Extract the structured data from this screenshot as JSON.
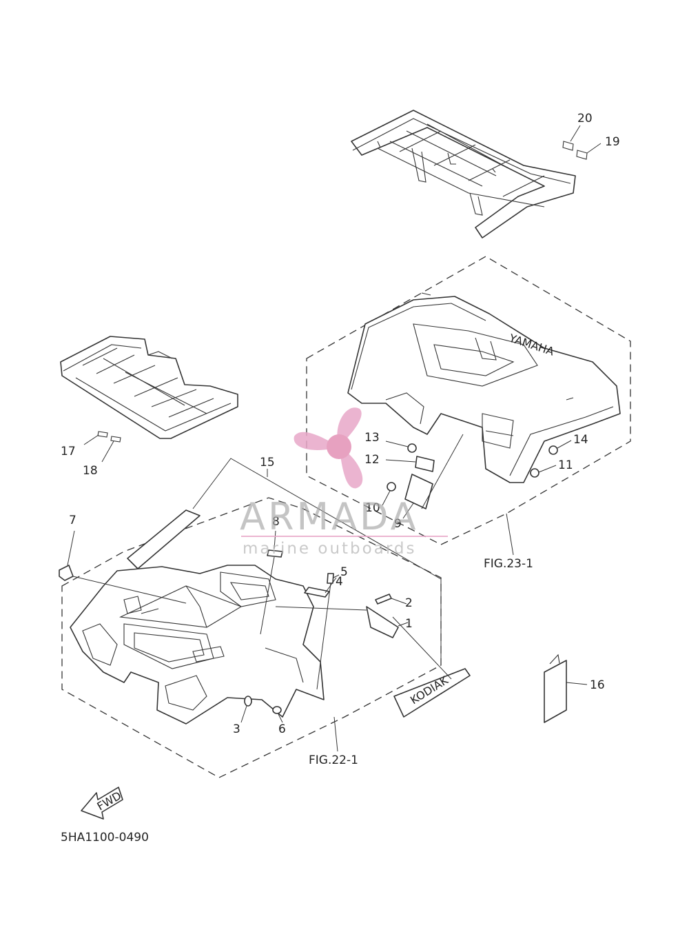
{
  "callouts": [
    {
      "id": "c1",
      "text": "1"
    },
    {
      "id": "c2",
      "text": "2"
    },
    {
      "id": "c3",
      "text": "3"
    },
    {
      "id": "c4",
      "text": "4"
    },
    {
      "id": "c5",
      "text": "5"
    },
    {
      "id": "c6",
      "text": "6"
    },
    {
      "id": "c7",
      "text": "7"
    },
    {
      "id": "c8",
      "text": "8"
    },
    {
      "id": "c9",
      "text": "9"
    },
    {
      "id": "c10",
      "text": "10"
    },
    {
      "id": "c11",
      "text": "11"
    },
    {
      "id": "c12",
      "text": "12"
    },
    {
      "id": "c13",
      "text": "13"
    },
    {
      "id": "c14",
      "text": "14"
    },
    {
      "id": "c15",
      "text": "15"
    },
    {
      "id": "c16",
      "text": "16"
    },
    {
      "id": "c17",
      "text": "17"
    },
    {
      "id": "c18",
      "text": "18"
    },
    {
      "id": "c19",
      "text": "19"
    },
    {
      "id": "c20",
      "text": "20"
    }
  ],
  "references": {
    "front": "FIG.22-1",
    "rear": "FIG.23-1"
  },
  "fwd_label": "FWD",
  "decal_text": "KODIAK",
  "fender_logo": "YAMAHA",
  "diagram_code": "5HA1100-0490",
  "watermark": {
    "title": "ARMADA",
    "subtitle": "marine outboards",
    "color": "#e8a8c8"
  }
}
